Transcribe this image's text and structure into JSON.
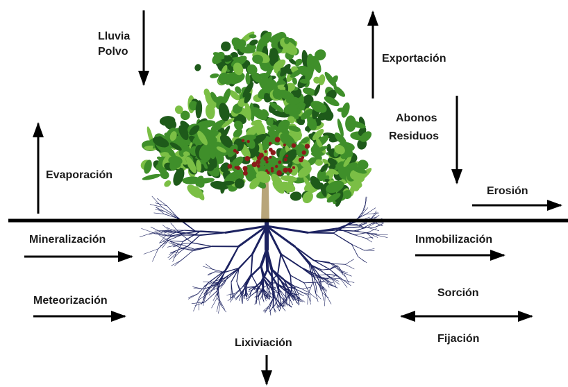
{
  "labels": {
    "lluvia": "Lluvia",
    "polvo": "Polvo",
    "exportacion": "Exportación",
    "abonos": "Abonos",
    "residuos": "Residuos",
    "evaporacion": "Evaporación",
    "erosion": "Erosión",
    "mineralizacion": "Mineralización",
    "inmobilizacion": "Inmobilización",
    "meteorizacion": "Meteorización",
    "sorcion": "Sorción",
    "fijacion": "Fijación",
    "lixiviacion": "Lixiviación"
  },
  "colors": {
    "foliage_dark": "#1e5a1a",
    "foliage": "#3f8f2a",
    "foliage_light": "#7bbf45",
    "berries": "#8b1a1a",
    "trunk": "#b8a57a",
    "roots": "#1c2260",
    "arrows": "#000000",
    "ground": "#000000"
  },
  "icons": [
    "tree-illustration",
    "root-system-illustration"
  ]
}
